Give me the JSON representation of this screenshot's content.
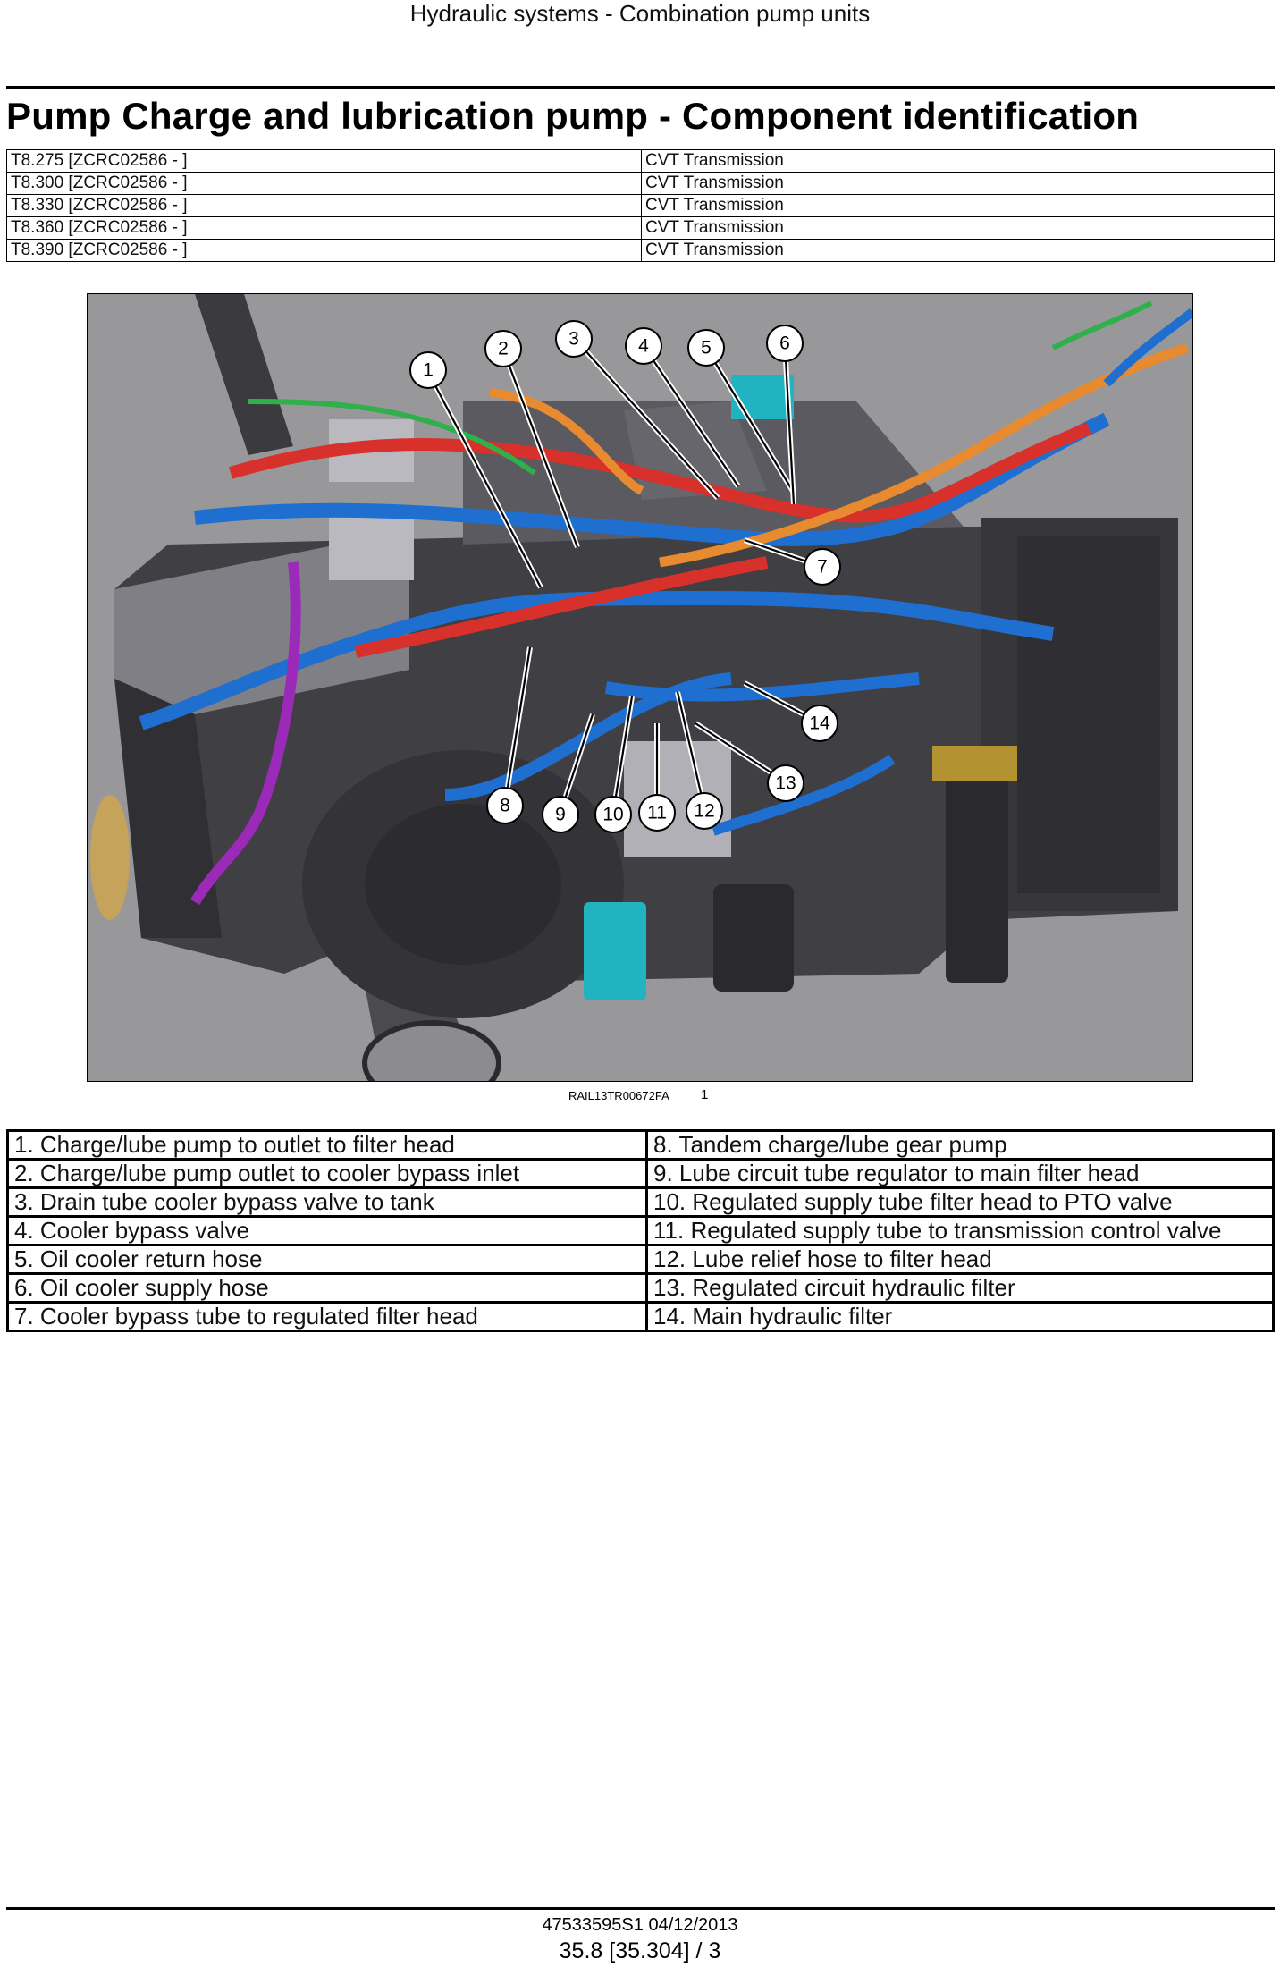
{
  "header": {
    "section": "Hydraulic systems - Combination pump units"
  },
  "title": "Pump Charge and lubrication pump - Component identification",
  "models": [
    {
      "model": "T8.275 [ZCRC02586 - ]",
      "transmission": "CVT Transmission"
    },
    {
      "model": "T8.300 [ZCRC02586 - ]",
      "transmission": "CVT Transmission"
    },
    {
      "model": "T8.330 [ZCRC02586 - ]",
      "transmission": "CVT Transmission"
    },
    {
      "model": "T8.360 [ZCRC02586 - ]",
      "transmission": "CVT Transmission"
    },
    {
      "model": "T8.390 [ZCRC02586 - ]",
      "transmission": "CVT Transmission"
    }
  ],
  "figure": {
    "image_code": "RAIL13TR00672FA",
    "figure_number": "1",
    "callouts": [
      "1",
      "2",
      "3",
      "4",
      "5",
      "6",
      "7",
      "8",
      "9",
      "10",
      "11",
      "12",
      "13",
      "14"
    ]
  },
  "legend": {
    "left": [
      "1. Charge/lube pump to outlet to filter head",
      "2. Charge/lube pump outlet to cooler bypass inlet",
      "3. Drain tube cooler bypass valve to tank",
      "4. Cooler bypass valve",
      "5. Oil cooler return hose",
      "6. Oil cooler supply hose",
      "7. Cooler bypass tube to regulated filter head"
    ],
    "right": [
      "8. Tandem charge/lube gear pump",
      "9. Lube circuit tube regulator to main filter head",
      "10. Regulated supply tube filter head to PTO valve",
      "11. Regulated supply tube to transmission control valve",
      "12. Lube relief hose to filter head",
      "13. Regulated circuit hydraulic filter",
      "14. Main hydraulic filter"
    ]
  },
  "footer": {
    "doc_code": "47533595S1 04/12/2013",
    "page": "35.8 [35.304] / 3"
  }
}
